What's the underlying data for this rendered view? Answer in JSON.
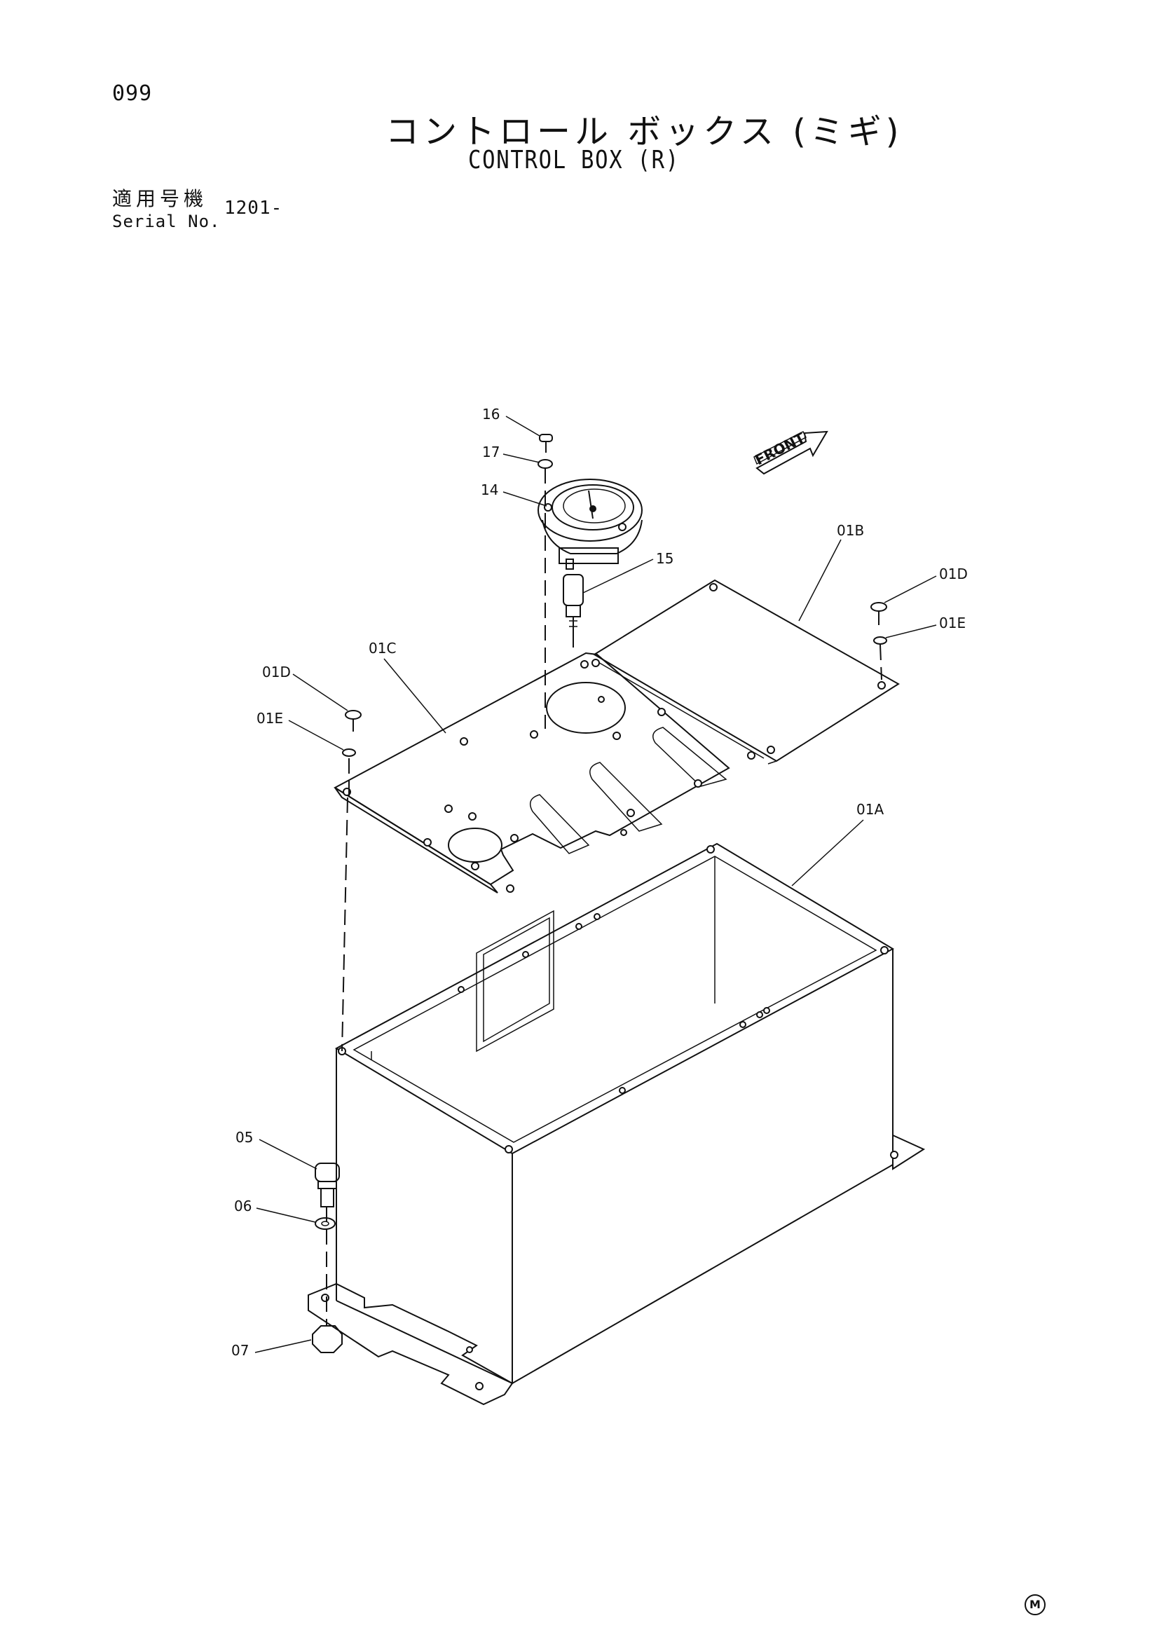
{
  "page_number": "099",
  "title_jp": "コントロール ボックス (ミギ)",
  "title_en": "CONTROL BOX (R)",
  "serial": {
    "label_jp": "適用号機",
    "label_en": "Serial No.",
    "value": "1201-"
  },
  "front_label": "FRONT",
  "callouts": {
    "c16": "16",
    "c17": "17",
    "c14": "14",
    "c15": "15",
    "c01B": "01B",
    "c01D_right": "01D",
    "c01E_right": "01E",
    "c01C": "01C",
    "c01D_left": "01D",
    "c01E_left": "01E",
    "c01A": "01A",
    "c05": "05",
    "c06": "06",
    "c07": "07"
  },
  "corner_mark": "M"
}
